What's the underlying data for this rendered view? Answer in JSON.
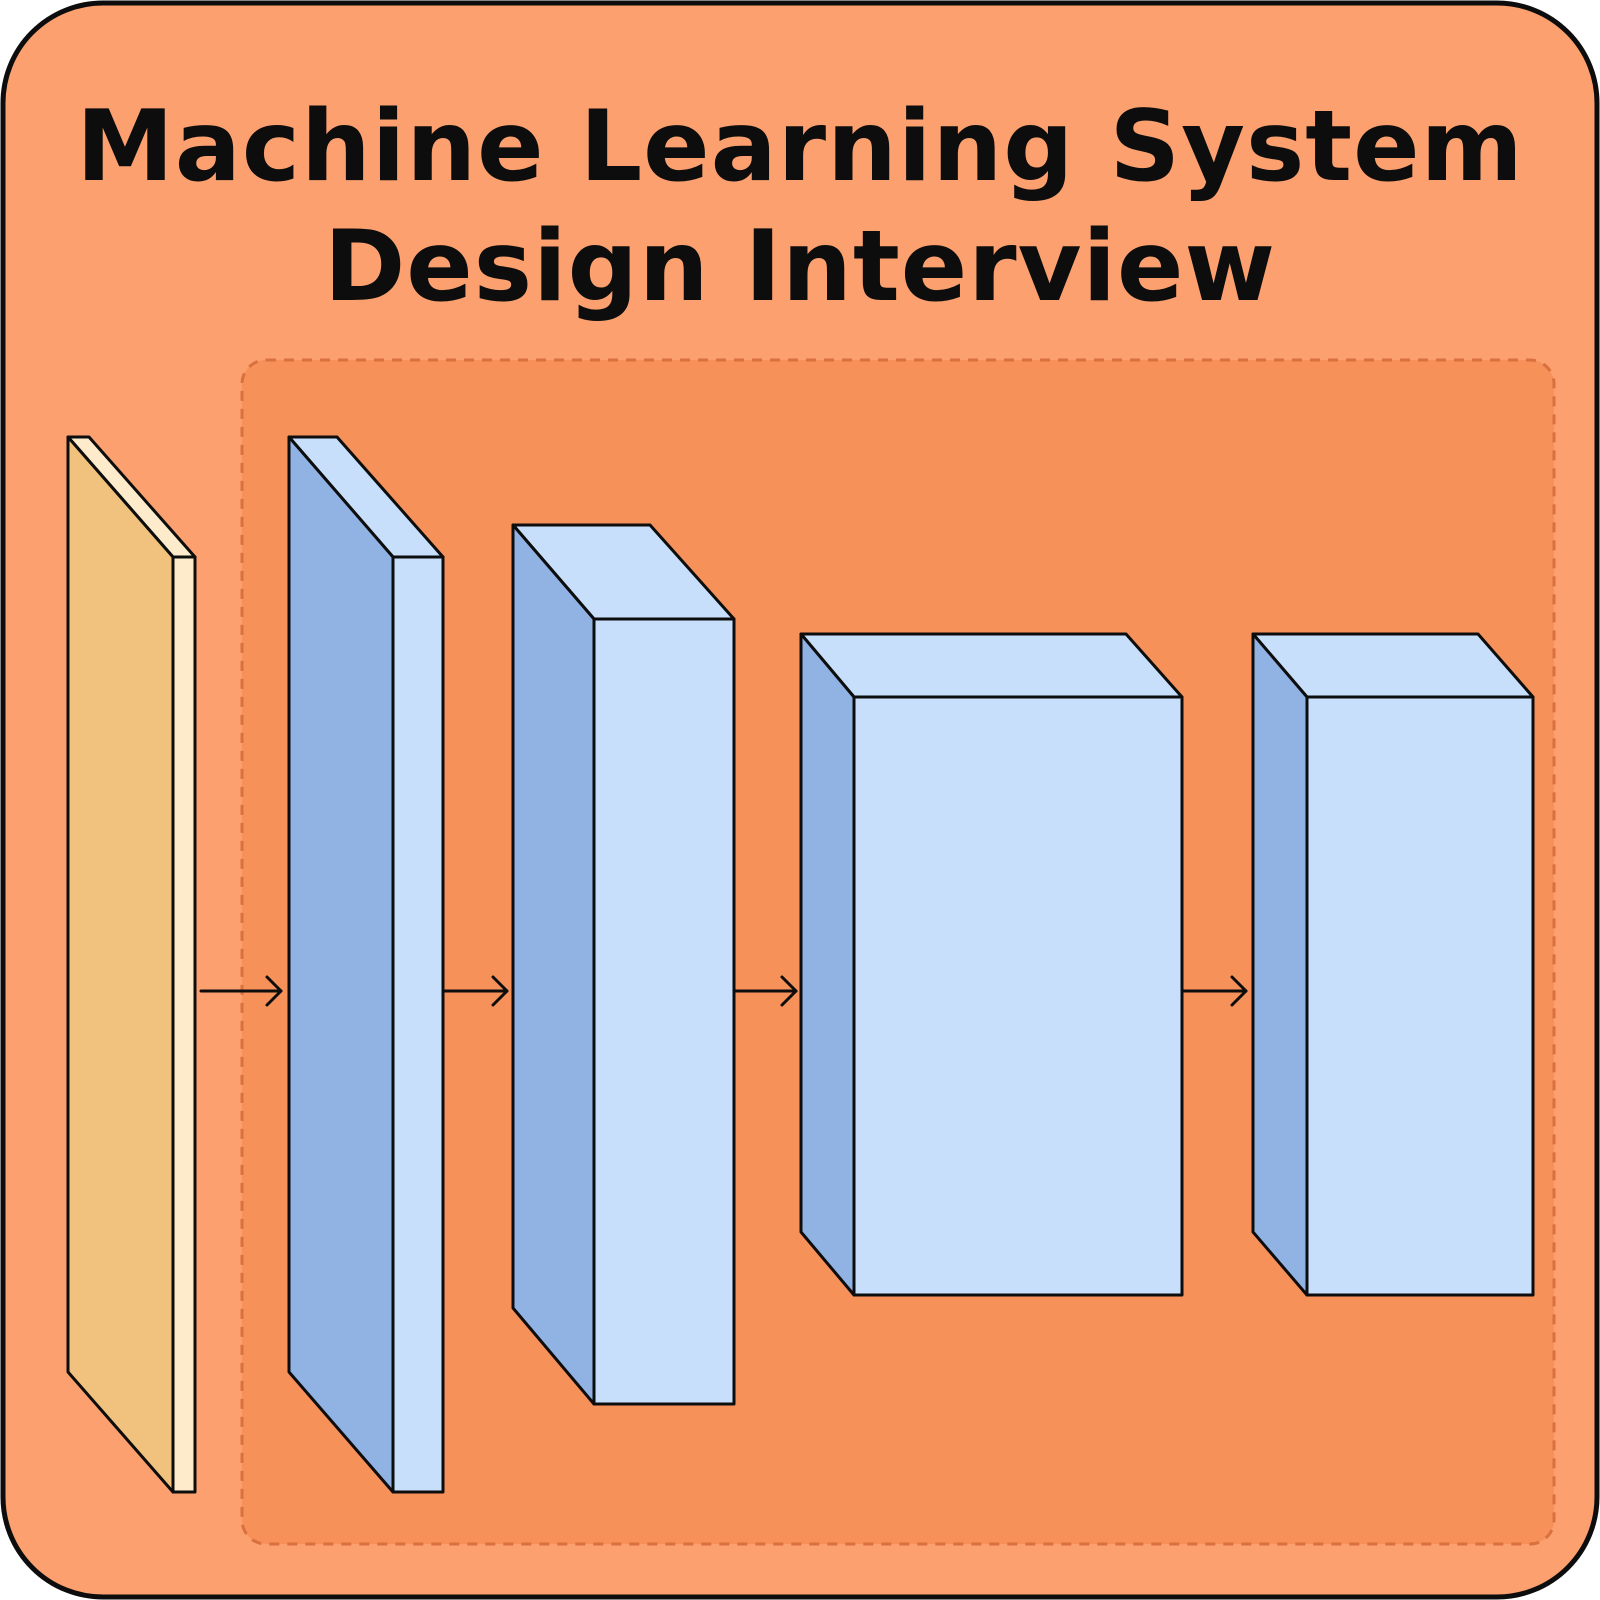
{
  "title": {
    "line1": "Machine Learning System",
    "line2": "Design Interview"
  },
  "colors": {
    "background": "#fba06e",
    "dashed_region_fill": "#f6915a",
    "dashed_region_stroke": "#d9703f",
    "input_face": "#f0c27d",
    "input_side": "#fdebcb",
    "layer_front": "#c7dffb",
    "layer_side": "#91b3e4",
    "outline": "#0d0d0d"
  },
  "diagram": {
    "layer_count": 5,
    "input_layer_icon": "input-slab",
    "hidden_layer_icon": "feature-map-box",
    "connector_icon": "right-arrow"
  }
}
